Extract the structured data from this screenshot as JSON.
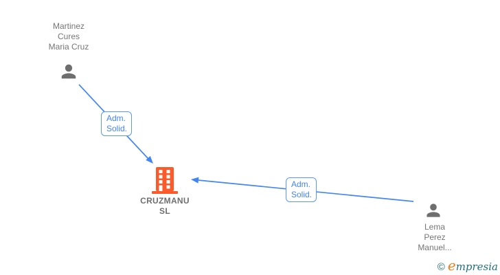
{
  "diagram_type": "company-relations-graph",
  "colors": {
    "edge_blue": "#4285f4",
    "edge_box_border": "#5b96f5",
    "person_gray": "#6e6e6e",
    "label_gray": "#757575",
    "company_orange": "#fb5b2a",
    "brand_teal": "#1f6f81",
    "brand_orange": "#ee7f1a",
    "background": "#ffffff"
  },
  "nodes": {
    "person1": {
      "type": "person",
      "label_lines": [
        "Martinez",
        "Cures",
        "Maria Cruz"
      ]
    },
    "company": {
      "type": "company",
      "label_lines": [
        "CRUZMANU",
        "SL"
      ]
    },
    "person2": {
      "type": "person",
      "label_lines": [
        "Lema",
        "Perez",
        "Manuel..."
      ]
    }
  },
  "edges": {
    "edge1": {
      "from": "person1",
      "to": "company",
      "label_lines": [
        "Adm.",
        "Solid."
      ]
    },
    "edge2": {
      "from": "person2",
      "to": "company",
      "label_lines": [
        "Adm.",
        "Solid."
      ]
    }
  },
  "watermark": {
    "copyright_symbol": "©",
    "brand_initial": "e",
    "brand_rest": "mpresia"
  }
}
